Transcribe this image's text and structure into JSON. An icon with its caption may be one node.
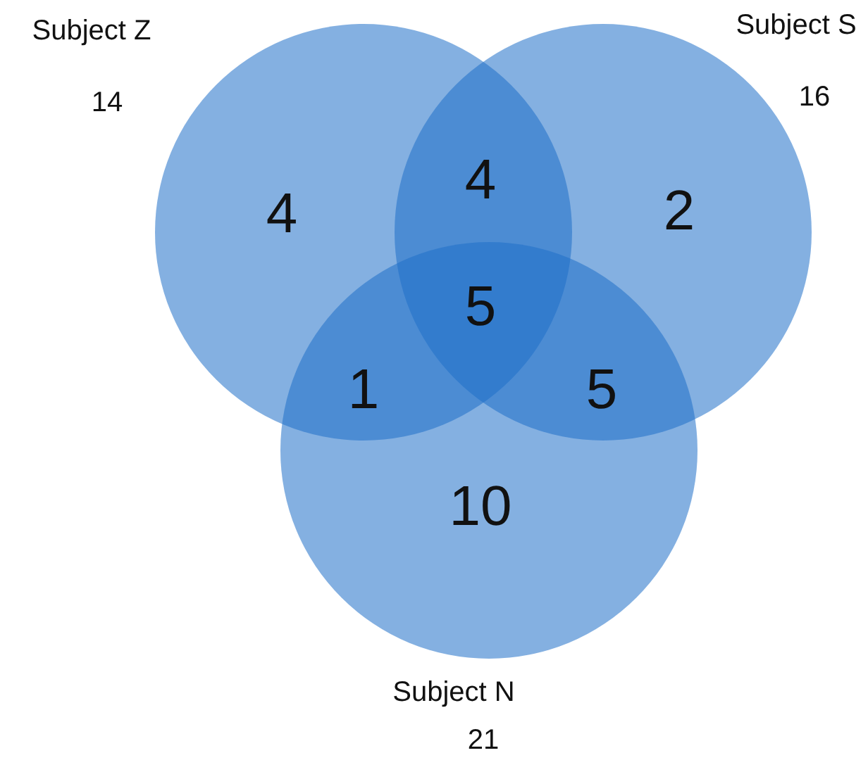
{
  "diagram": {
    "nodes": [
      {
        "text": [
          "Subject Z",
          "14"
        ]
      },
      {
        "text": [
          "Subject S",
          "16"
        ]
      },
      {
        "text": [
          "Subject N",
          "21"
        ]
      }
    ],
    "labels": [
      "4",
      "4",
      "2",
      "5",
      "1",
      "5",
      "10"
    ]
  }
}
